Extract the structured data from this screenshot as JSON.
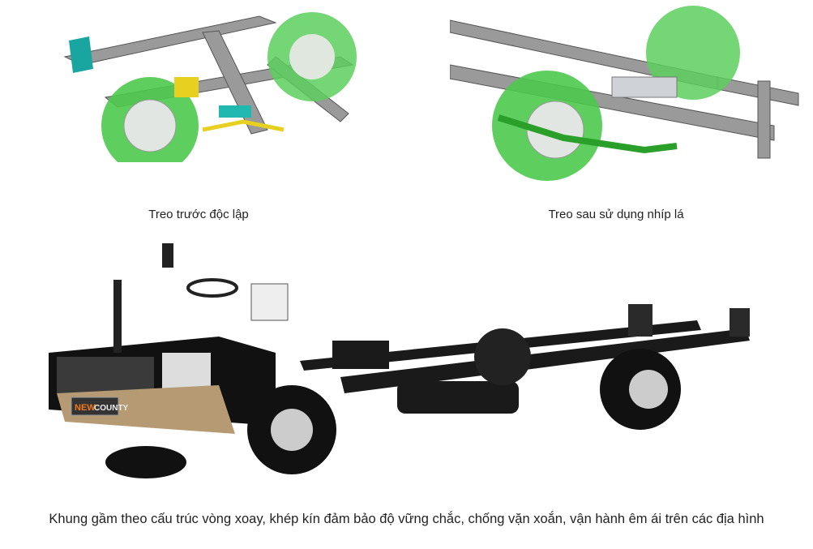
{
  "figures": [
    {
      "caption": "Treo trước độc lập"
    },
    {
      "caption": "Treo sau sử dụng nhíp lá"
    },
    {
      "caption": "Khung gầm theo cấu trúc vòng xoay, khép kín đảm bảo độ vững chắc, chống vặn xoắn, vận hành êm ái trên các địa hình",
      "badge": "NEW COUNTY"
    }
  ],
  "colors": {
    "frame": "#8a8a8a",
    "wheel": "#4cc94c",
    "chassis": "#1a1a1a",
    "badge_accent": "#f07a1a"
  }
}
